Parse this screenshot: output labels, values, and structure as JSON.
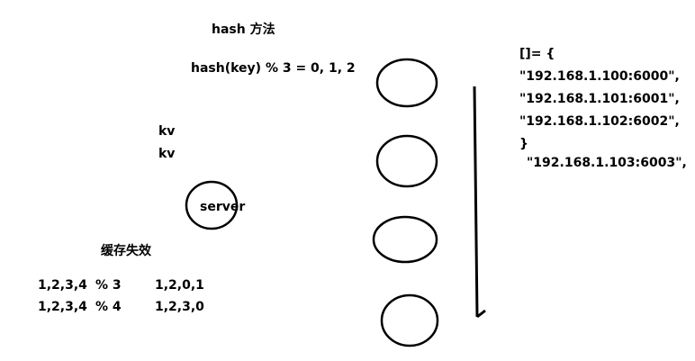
{
  "title": "hash 方法",
  "formula": "hash(key) % 3 = 0, 1, 2",
  "kv_items": [
    "kv",
    "kv"
  ],
  "server_label": "server",
  "cache_invalidation_label": "缓存失效",
  "mod_rows": [
    {
      "keys": "1,2,3,4",
      "op": "% 3",
      "result": "1,2,0,1"
    },
    {
      "keys": "1,2,3,4",
      "op": "% 4",
      "result": "1,2,3,0"
    }
  ],
  "server_list": {
    "open": "[]= {",
    "entries": [
      "\"192.168.1.100:6000\",",
      "\"192.168.1.101:6001\",",
      "\"192.168.1.102:6002\","
    ],
    "close": "}",
    "extra_entry": "\"192.168.1.103:6003\","
  },
  "colors": {
    "ink": "#000000",
    "background": "#ffffff"
  }
}
